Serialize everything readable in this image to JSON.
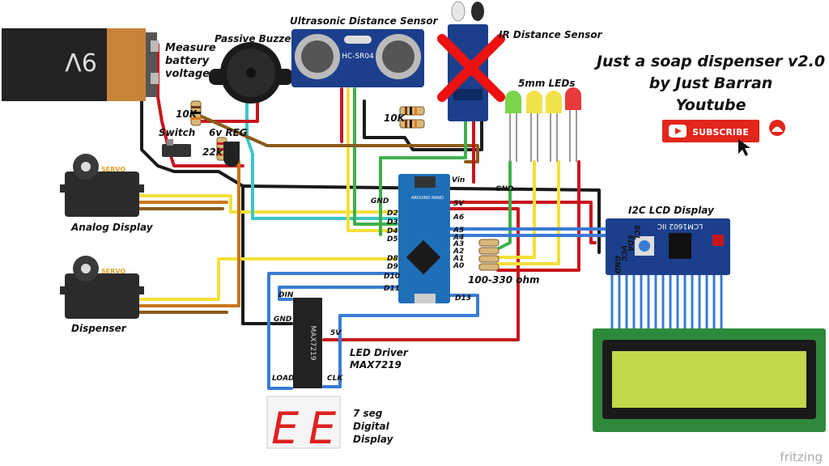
{
  "title": {
    "line1": "Just a soap dispenser v2.0",
    "line2": "by Just Barran",
    "line3": "Youtube"
  },
  "subscribe_label": "SUBSCRIBE",
  "battery": {
    "label": "9V",
    "caption": [
      "Measure",
      "battery",
      "voltage"
    ]
  },
  "components": {
    "buzzer": "Passive Buzzer",
    "ultrasonic": "Ultrasonic Distance Sensor",
    "ultrasonic_model": "HC-SR04",
    "ir": "IR Distance Sensor",
    "leds": "5mm LEDs",
    "switch": "Switch",
    "regulator": "6v REG",
    "r10k_a": "10K",
    "r22k": "22k",
    "r10k_b": "10K",
    "analog_display": "Analog Display",
    "dispenser": "Dispenser",
    "lcd_title": "I2C LCD Display",
    "lcd_model": "LCM1602 IIC",
    "led_driver": [
      "LED Driver",
      "MAX7219"
    ],
    "max_chip": "MAX7219",
    "resistors_ohm": "100-330 ohm",
    "seg_display": [
      "7 seg",
      "Digital",
      "Display"
    ],
    "seg_chars": [
      "E",
      "E"
    ],
    "servo_brand": "SERVO",
    "nano_brand": "ARDUINO NANO",
    "fritzing": "fritzing"
  },
  "nano_pins": {
    "left": [
      "GND",
      "D2",
      "D3",
      "D4",
      "D5",
      "D8",
      "D9",
      "D10",
      "D11"
    ],
    "right": [
      "Vin",
      "5V",
      "A6",
      "A5",
      "A4",
      "A3",
      "A2",
      "A1",
      "A0"
    ],
    "d13": "D13",
    "gnd_top": "GND"
  },
  "max_pins": {
    "din": "DIN",
    "gnd": "GND",
    "v5": "5V",
    "load": "LOAD",
    "clk": "CLK"
  },
  "lcd_pins": [
    "GND",
    "VCC",
    "SDA",
    "SCL"
  ],
  "colors": {
    "red": "#c8161d",
    "black": "#1a1a1a",
    "yellow": "#f3e03a",
    "orange": "#c9761a",
    "brown": "#8b5a1a",
    "green": "#3fb04a",
    "blue": "#3a7bd5",
    "cyan": "#3cc6c9",
    "pcb_blue": "#1c3f8c",
    "lcd_green": "#c2d84b",
    "youtube_red": "#e1261c"
  }
}
